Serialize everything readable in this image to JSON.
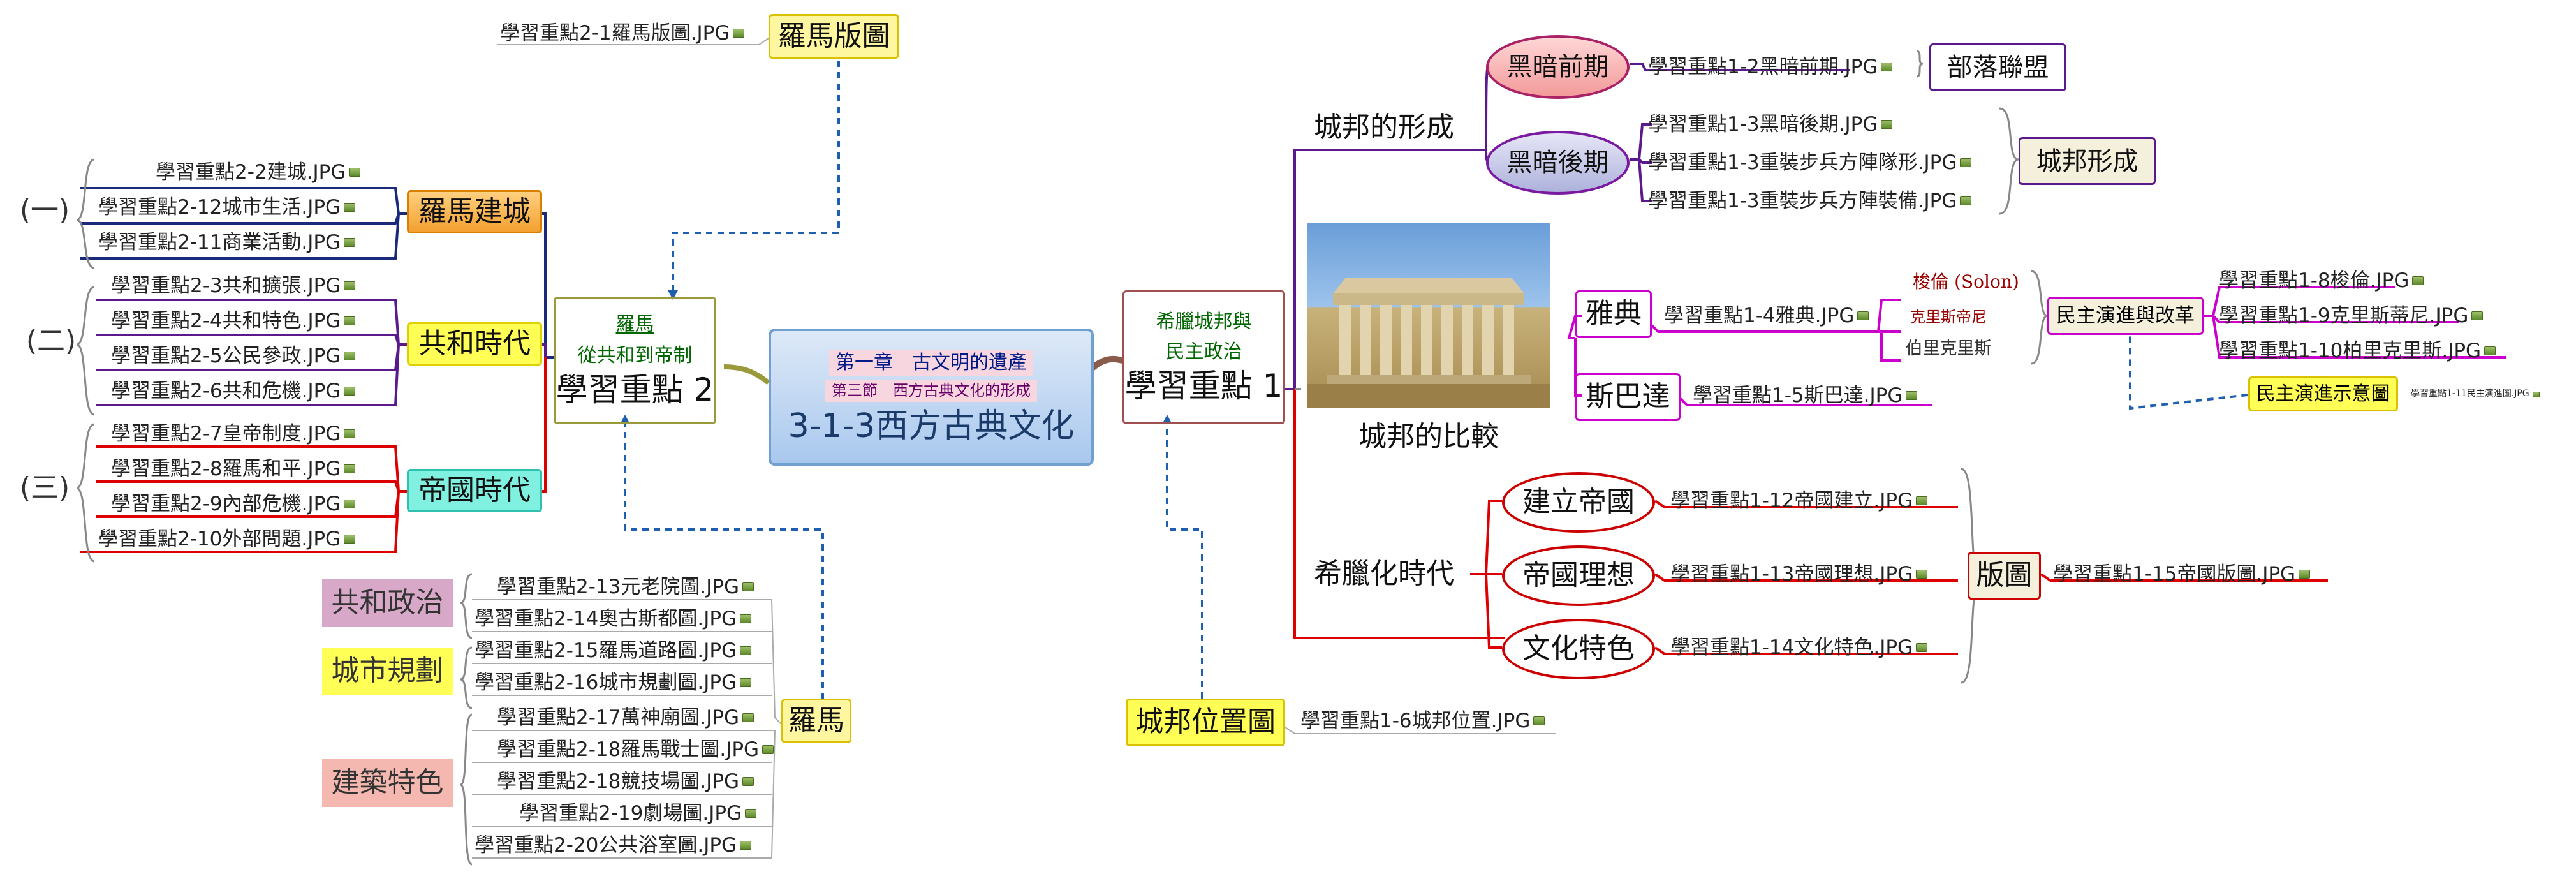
{
  "center": {
    "chapter": "第一章　古文明的遺產",
    "section": "第三節　西方古典文化的形成",
    "title": "3-1-3西方古典文化"
  },
  "topic1": {
    "subtitle_a": "希臘城邦與",
    "subtitle_b": "民主政治",
    "title": "學習重點 1"
  },
  "topic2": {
    "subtitle_a": "羅馬",
    "subtitle_b": "從共和到帝制",
    "title": "學習重點 2"
  },
  "formation": {
    "label": "城邦的形成",
    "dark_early": "黑暗前期",
    "dark_late": "黑暗後期",
    "leaf_1_2": "學習重點1-2黑暗前期.JPG",
    "leaf_1_3a": "學習重點1-3黑暗後期.JPG",
    "leaf_1_3b": "學習重點1-3重裝步兵方陣隊形.JPG",
    "leaf_1_3c": "學習重點1-3重裝步兵方陣裝備.JPG",
    "tribe": "部落聯盟",
    "city_form": "城邦形成"
  },
  "comparison": {
    "label": "城邦的比較",
    "athens": "雅典",
    "sparta": "斯巴達",
    "leaf_1_4": "學習重點1-4雅典.JPG",
    "leaf_1_5": "學習重點1-5斯巴達.JPG",
    "solon": "梭倫 (Solon)",
    "cleisthenes": "克里斯帝尼",
    "pericles": "伯里克里斯",
    "reform": "民主演進與改革",
    "leaf_1_8": "學習重點1-8梭倫.JPG",
    "leaf_1_9": "學習重點1-9克里斯蒂尼.JPG",
    "leaf_1_10": "學習重點1-10柏里克里斯.JPG",
    "demo_diagram": "民主演進示意圖",
    "leaf_1_11": "學習重點1-11民主演進圖.JPG"
  },
  "hellenistic": {
    "label": "希臘化時代",
    "found": "建立帝國",
    "ideal": "帝國理想",
    "culture": "文化特色",
    "leaf_1_12": "學習重點1-12帝國建立.JPG",
    "leaf_1_13": "學習重點1-13帝國理想.JPG",
    "leaf_1_14": "學習重點1-14文化特色.JPG",
    "territory": "版圖",
    "leaf_1_15": "學習重點1-15帝國版圖.JPG"
  },
  "location": {
    "label": "城邦位置圖",
    "leaf_1_6": "學習重點1-6城邦位置.JPG"
  },
  "rome_map": {
    "label": "羅馬版圖",
    "leaf_2_1": "學習重點2-1羅馬版圖.JPG"
  },
  "rome_city": {
    "label": "羅馬建城",
    "bracket": "(一)",
    "leaves": [
      "學習重點2-2建城.JPG",
      "學習重點2-12城市生活.JPG",
      "學習重點2-11商業活動.JPG"
    ]
  },
  "republic": {
    "label": "共和時代",
    "bracket": "(二)",
    "leaves": [
      "學習重點2-3共和擴張.JPG",
      "學習重點2-4共和特色.JPG",
      "學習重點2-5公民參政.JPG",
      "學習重點2-6共和危機.JPG"
    ]
  },
  "empire": {
    "label": "帝國時代",
    "bracket": "(三)",
    "leaves": [
      "學習重點2-7皇帝制度.JPG",
      "學習重點2-8羅馬和平.JPG",
      "學習重點2-9內部危機.JPG",
      "學習重點2-10外部問題.JPG"
    ]
  },
  "rome": {
    "label": "羅馬",
    "group_politics": "共和政治",
    "group_city": "城市規劃",
    "group_arch": "建築特色",
    "leaves": [
      "學習重點2-13元老院圖.JPG",
      "學習重點2-14奧古斯都圖.JPG",
      "學習重點2-15羅馬道路圖.JPG",
      "學習重點2-16城市規劃圖.JPG",
      "學習重點2-17萬神廟圖.JPG",
      "學習重點2-18羅馬戰士圖.JPG",
      "學習重點2-18競技場圖.JPG",
      "學習重點2-19劇場圖.JPG",
      "學習重點2-20公共浴室圖.JPG"
    ]
  },
  "colors": {
    "dark_purple": "#5b1a8c",
    "magenta": "#cc00cc",
    "red": "#dd0000",
    "navy": "#1a2a7a",
    "blue_dash": "#1f5fb0",
    "olive": "#9a9a3a"
  }
}
